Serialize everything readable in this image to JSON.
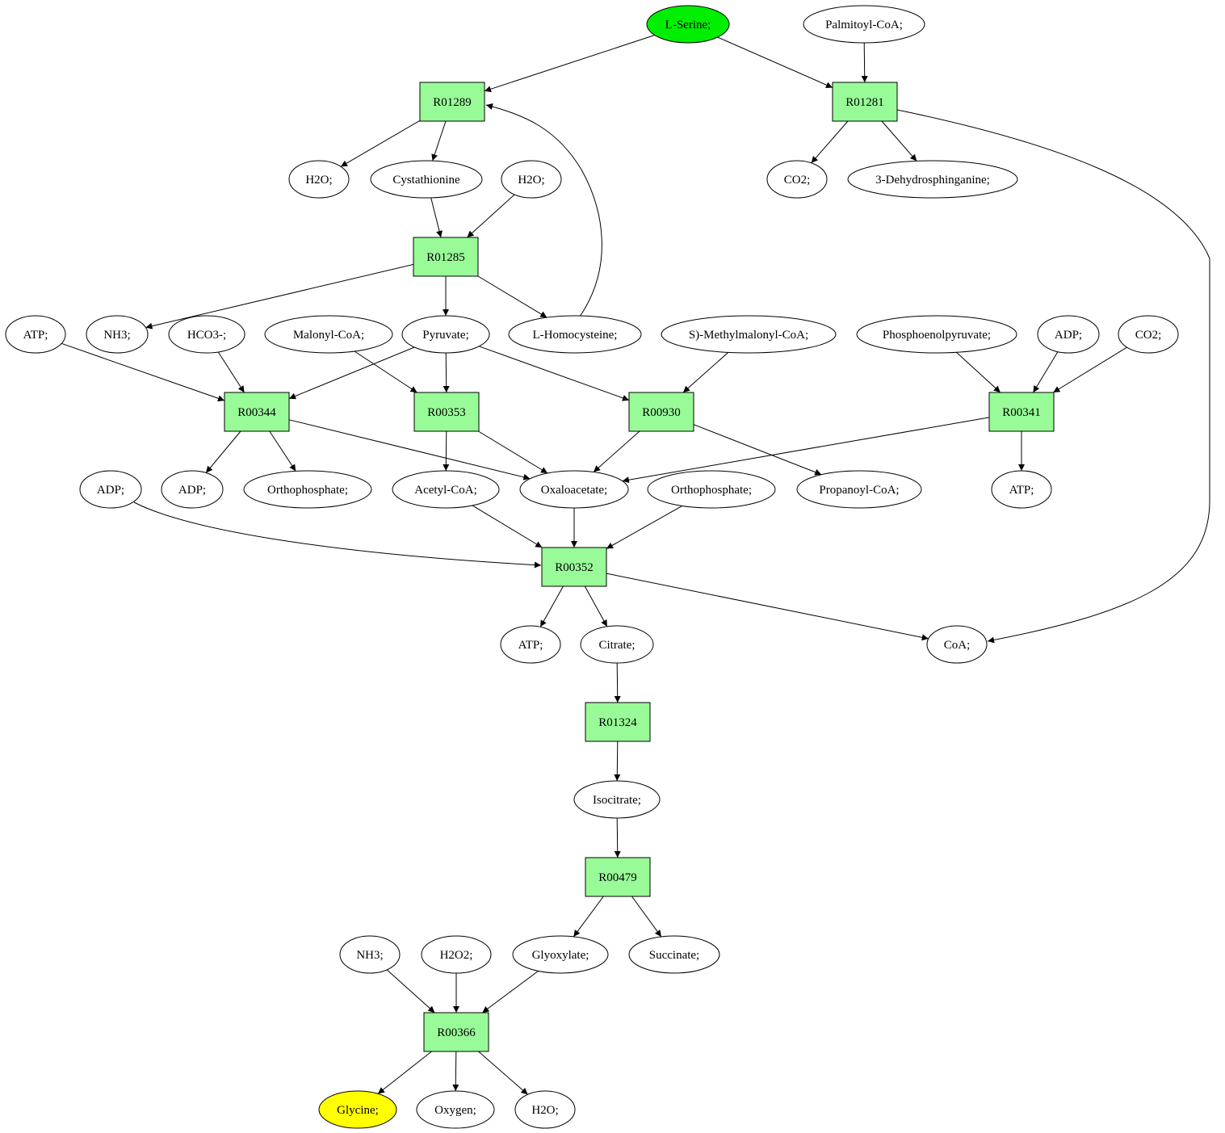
{
  "colors": {
    "reaction": "#98fb98",
    "source": "#00ee00",
    "target": "#ffff00",
    "compound": "#ffffff",
    "stroke": "#000000"
  },
  "nodes": [
    {
      "id": "lserine",
      "kind": "compound",
      "label": "L-Serine;",
      "color": "#00ee00"
    },
    {
      "id": "palmitoyl",
      "kind": "compound",
      "label": "Palmitoyl-CoA;"
    },
    {
      "id": "r01289",
      "kind": "reaction",
      "label": "R01289"
    },
    {
      "id": "r01281",
      "kind": "reaction",
      "label": "R01281"
    },
    {
      "id": "h2o_a",
      "kind": "compound",
      "label": "H2O;"
    },
    {
      "id": "cystath",
      "kind": "compound",
      "label": "Cystathionine"
    },
    {
      "id": "h2o_b",
      "kind": "compound",
      "label": "H2O;"
    },
    {
      "id": "co2_a",
      "kind": "compound",
      "label": "CO2;"
    },
    {
      "id": "dehydro",
      "kind": "compound",
      "label": "3-Dehydrosphinganine;"
    },
    {
      "id": "r01285",
      "kind": "reaction",
      "label": "R01285"
    },
    {
      "id": "atp_a",
      "kind": "compound",
      "label": "ATP;"
    },
    {
      "id": "nh3_a",
      "kind": "compound",
      "label": "NH3;"
    },
    {
      "id": "hco3",
      "kind": "compound",
      "label": "HCO3-;"
    },
    {
      "id": "malonyl",
      "kind": "compound",
      "label": "Malonyl-CoA;"
    },
    {
      "id": "pyruvate",
      "kind": "compound",
      "label": "Pyruvate;"
    },
    {
      "id": "lhomo",
      "kind": "compound",
      "label": "L-Homocysteine;"
    },
    {
      "id": "smethyl",
      "kind": "compound",
      "label": "S)-Methylmalonyl-CoA;"
    },
    {
      "id": "pep",
      "kind": "compound",
      "label": "Phosphoenolpyruvate;"
    },
    {
      "id": "adp_a",
      "kind": "compound",
      "label": "ADP;"
    },
    {
      "id": "co2_b",
      "kind": "compound",
      "label": "CO2;"
    },
    {
      "id": "r00344",
      "kind": "reaction",
      "label": "R00344"
    },
    {
      "id": "r00353",
      "kind": "reaction",
      "label": "R00353"
    },
    {
      "id": "r00930",
      "kind": "reaction",
      "label": "R00930"
    },
    {
      "id": "r00341",
      "kind": "reaction",
      "label": "R00341"
    },
    {
      "id": "adp_b",
      "kind": "compound",
      "label": "ADP;"
    },
    {
      "id": "adp_c",
      "kind": "compound",
      "label": "ADP;"
    },
    {
      "id": "ortho_a",
      "kind": "compound",
      "label": "Orthophosphate;"
    },
    {
      "id": "acetyl",
      "kind": "compound",
      "label": "Acetyl-CoA;"
    },
    {
      "id": "oxalo",
      "kind": "compound",
      "label": "Oxaloacetate;"
    },
    {
      "id": "ortho_b",
      "kind": "compound",
      "label": "Orthophosphate;"
    },
    {
      "id": "propanoyl",
      "kind": "compound",
      "label": "Propanoyl-CoA;"
    },
    {
      "id": "atp_b",
      "kind": "compound",
      "label": "ATP;"
    },
    {
      "id": "r00352",
      "kind": "reaction",
      "label": "R00352"
    },
    {
      "id": "atp_c",
      "kind": "compound",
      "label": "ATP;"
    },
    {
      "id": "citrate",
      "kind": "compound",
      "label": "Citrate;"
    },
    {
      "id": "coa",
      "kind": "compound",
      "label": "CoA;"
    },
    {
      "id": "r01324",
      "kind": "reaction",
      "label": "R01324"
    },
    {
      "id": "isocitrate",
      "kind": "compound",
      "label": "Isocitrate;"
    },
    {
      "id": "r00479",
      "kind": "reaction",
      "label": "R00479"
    },
    {
      "id": "nh3_b",
      "kind": "compound",
      "label": "NH3;"
    },
    {
      "id": "h2o2",
      "kind": "compound",
      "label": "H2O2;"
    },
    {
      "id": "glyoxylate",
      "kind": "compound",
      "label": "Glyoxylate;"
    },
    {
      "id": "succinate",
      "kind": "compound",
      "label": "Succinate;"
    },
    {
      "id": "r00366",
      "kind": "reaction",
      "label": "R00366"
    },
    {
      "id": "glycine",
      "kind": "compound",
      "label": "Glycine;",
      "color": "#ffff00"
    },
    {
      "id": "oxygen",
      "kind": "compound",
      "label": "Oxygen;"
    },
    {
      "id": "h2o_c",
      "kind": "compound",
      "label": "H2O;"
    }
  ],
  "edges": [
    {
      "from": "lserine",
      "to": "r01289"
    },
    {
      "from": "lserine",
      "to": "r01281"
    },
    {
      "from": "palmitoyl",
      "to": "r01281"
    },
    {
      "from": "r01289",
      "to": "h2o_a"
    },
    {
      "from": "r01289",
      "to": "cystath"
    },
    {
      "from": "r01281",
      "to": "co2_a"
    },
    {
      "from": "r01281",
      "to": "dehydro"
    },
    {
      "from": "r01281",
      "to": "coa"
    },
    {
      "from": "cystath",
      "to": "r01285"
    },
    {
      "from": "h2o_b",
      "to": "r01285"
    },
    {
      "from": "lhomo",
      "to": "r01289"
    },
    {
      "from": "r01285",
      "to": "nh3_a"
    },
    {
      "from": "r01285",
      "to": "pyruvate"
    },
    {
      "from": "r01285",
      "to": "lhomo"
    },
    {
      "from": "atp_a",
      "to": "r00344"
    },
    {
      "from": "hco3",
      "to": "r00344"
    },
    {
      "from": "pyruvate",
      "to": "r00344"
    },
    {
      "from": "malonyl",
      "to": "r00353"
    },
    {
      "from": "pyruvate",
      "to": "r00353"
    },
    {
      "from": "pyruvate",
      "to": "r00930"
    },
    {
      "from": "smethyl",
      "to": "r00930"
    },
    {
      "from": "pep",
      "to": "r00341"
    },
    {
      "from": "adp_a",
      "to": "r00341"
    },
    {
      "from": "co2_b",
      "to": "r00341"
    },
    {
      "from": "r00344",
      "to": "adp_c"
    },
    {
      "from": "r00344",
      "to": "ortho_a"
    },
    {
      "from": "r00344",
      "to": "oxalo"
    },
    {
      "from": "r00353",
      "to": "acetyl"
    },
    {
      "from": "r00353",
      "to": "oxalo"
    },
    {
      "from": "r00930",
      "to": "oxalo"
    },
    {
      "from": "r00930",
      "to": "propanoyl"
    },
    {
      "from": "r00341",
      "to": "oxalo"
    },
    {
      "from": "r00341",
      "to": "atp_b"
    },
    {
      "from": "adp_b",
      "to": "r00352"
    },
    {
      "from": "acetyl",
      "to": "r00352"
    },
    {
      "from": "oxalo",
      "to": "r00352"
    },
    {
      "from": "ortho_b",
      "to": "r00352"
    },
    {
      "from": "r00352",
      "to": "atp_c"
    },
    {
      "from": "r00352",
      "to": "citrate"
    },
    {
      "from": "r00352",
      "to": "coa"
    },
    {
      "from": "citrate",
      "to": "r01324"
    },
    {
      "from": "r01324",
      "to": "isocitrate"
    },
    {
      "from": "isocitrate",
      "to": "r00479"
    },
    {
      "from": "r00479",
      "to": "glyoxylate"
    },
    {
      "from": "r00479",
      "to": "succinate"
    },
    {
      "from": "nh3_b",
      "to": "r00366"
    },
    {
      "from": "h2o2",
      "to": "r00366"
    },
    {
      "from": "glyoxylate",
      "to": "r00366"
    },
    {
      "from": "r00366",
      "to": "glycine"
    },
    {
      "from": "r00366",
      "to": "oxygen"
    },
    {
      "from": "r00366",
      "to": "h2o_c"
    }
  ]
}
